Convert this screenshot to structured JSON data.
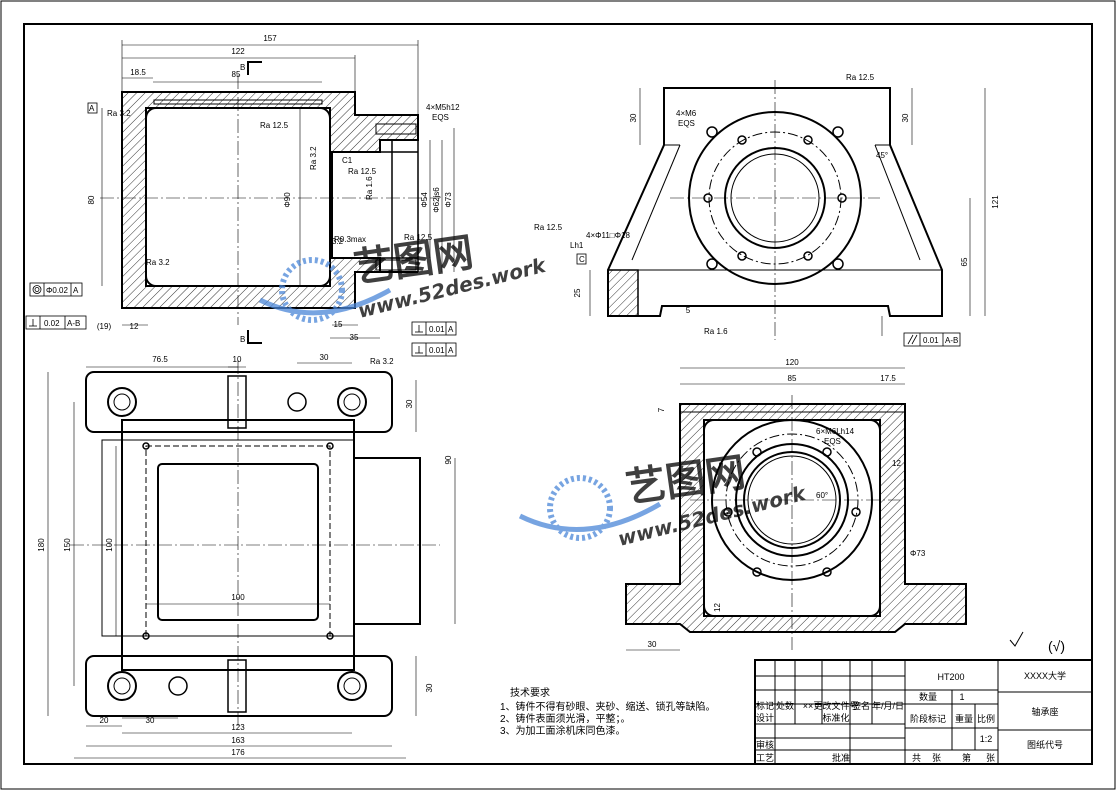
{
  "dimensions": {
    "front": {
      "d157": "157",
      "d122": "122",
      "d18_5": "18.5",
      "d85": "85",
      "d80": "80",
      "d19": "(19)",
      "d12": "12",
      "d15": "15",
      "d35": "35",
      "phi90": "Φ90",
      "phi54": "Φ54",
      "phi62": "Φ62js6",
      "phi73": "Φ73"
    },
    "side": {
      "d30a": "30",
      "d30b": "30",
      "d121": "121",
      "d25": "25",
      "d5": "5",
      "d65": "65",
      "d45": "45°"
    },
    "plan": {
      "d76_5": "76.5",
      "d10": "10",
      "d30a": "30",
      "d30b": "30",
      "d30c": "30",
      "d180": "180",
      "d150": "150",
      "d100v": "100",
      "d100h": "100",
      "d90": "90",
      "d20": "20",
      "d30d": "30",
      "d123": "123",
      "d163": "163",
      "d176": "176"
    },
    "section": {
      "d120": "120",
      "d85": "85",
      "d17_5": "17.5",
      "d7": "7",
      "d30": "30",
      "d12a": "12",
      "d12b": "12",
      "d60": "60°",
      "phi73": "Φ73"
    }
  },
  "annotations": {
    "thread_front": "4×M5h12",
    "eqs1": "EQS",
    "thread_side": "4×M6",
    "eqs2": "EQS",
    "holes": "4×Φ11□Φ18",
    "thread_section": "6×M6Lh14",
    "eqs3": "EQS",
    "c1": "C1",
    "r_max": "R0.3max",
    "lh1": "Lh1",
    "section_b": "B"
  },
  "roughness": {
    "ra12_5": "Ra 12.5",
    "ra3_2": "Ra 3.2",
    "ra1_6": "Ra 1.6",
    "r32": "3.2"
  },
  "tolerances": {
    "coax": "Φ0.02",
    "coax_ref": "A",
    "perp1": "0.02",
    "perp1_ref": "A-B",
    "perp2": "0.01",
    "perp2_ref": "A",
    "perp3": "0.01",
    "perp3_ref": "A",
    "par": "0.01",
    "par_ref": "A-B"
  },
  "datums": {
    "a": "A",
    "b": "B",
    "c": "C"
  },
  "roughness_symbol": "(√)",
  "tech_requirements": {
    "title": "技术要求",
    "items": [
      "1、铸件不得有砂眼、夹砂、缩送、锁孔等缺陷。",
      "2、铸件表面须光滑，平整；。",
      "3、为加工面涂机床同色漆。"
    ]
  },
  "title_block": {
    "material": "HT200",
    "school": "XXXX大学",
    "part_name": "轴承座",
    "scale": "1:2",
    "drawing_code": "图纸代号",
    "qty_label": "数量",
    "qty": "1",
    "stage_label": "阶段标记",
    "weight_label": "重量",
    "scale_label": "比例",
    "mark_label": "标记",
    "zones_label": "处数",
    "cut_label": "更改文件号",
    "sign_label": "签名",
    "date_label": "年/月/日",
    "design_label": "设计",
    "std_label": "标准化",
    "check_label": "审核",
    "process_label": "工艺",
    "approve_label": "批准",
    "total_label": "共",
    "sheet_label": "张",
    "no_label": "第",
    "sheet2_label": "张",
    "xx": "××"
  },
  "watermark": {
    "logo_text": "艺图网",
    "url_text": "www.52des.work"
  },
  "colors": {
    "line": "#000000",
    "hatch": "#000000",
    "watermark": "#4a86d8"
  }
}
